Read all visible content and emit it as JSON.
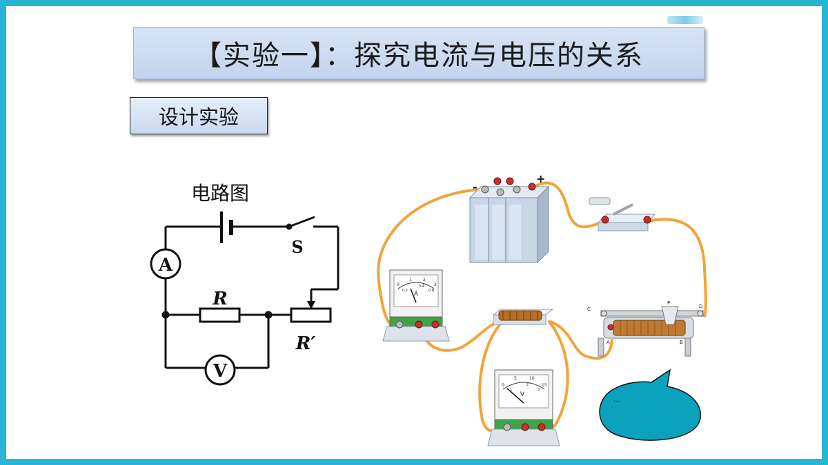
{
  "title": "【实验一】：探究电流与电压的关系",
  "subtitle": "设计实验",
  "circuit": {
    "label": "电路图",
    "switch_label": "S",
    "resistor_label": "R",
    "rheostat_label": "R′",
    "ammeter_label": "A",
    "voltmeter_label": "V"
  },
  "battery": {
    "neg": "-",
    "pos": "+"
  },
  "ammeter_meter": {
    "unit": "A",
    "scale": [
      "0",
      "1",
      "2",
      "3",
      "0.2",
      "0.4",
      "0.6"
    ]
  },
  "voltmeter_meter": {
    "unit": "V",
    "scale": [
      "0",
      "5",
      "10",
      "15",
      "1",
      "2",
      "3"
    ]
  },
  "rheostat": {
    "c": "C",
    "d": "D",
    "p": "P",
    "a": "A",
    "b": "B"
  },
  "bubble": "..."
}
